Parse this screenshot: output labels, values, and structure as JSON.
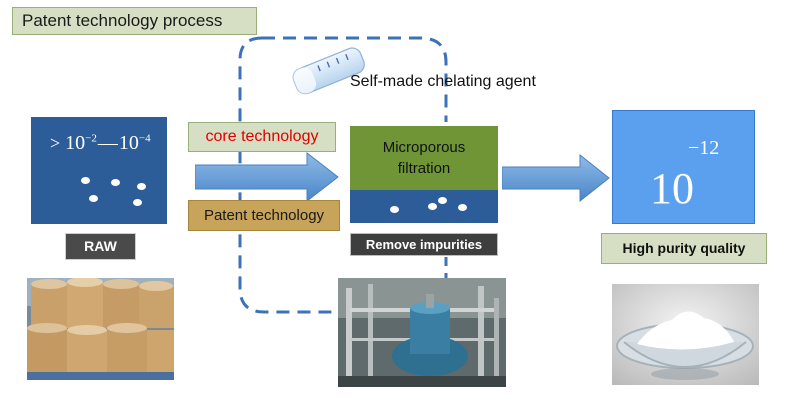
{
  "title": "Patent technology process",
  "raw": {
    "formula_gt": ">",
    "formula_base1": "10",
    "formula_exp1": "−2",
    "formula_dash": "—",
    "formula_base2": "10",
    "formula_exp2": "−4",
    "label": "RAW"
  },
  "core_technology": "core technology",
  "patent_technology": "Patent technology",
  "chelating_agent": "Self-made chelating agent",
  "filtration": {
    "line1": "Microporous",
    "line2": "filtration",
    "label": "Remove impurities"
  },
  "result": {
    "base": "10",
    "exponent": "−12",
    "label": "High purity quality"
  },
  "colors": {
    "process_blue": "#2d5d99",
    "result_blue": "#5aa0ee",
    "filter_green": "#6f9537",
    "arrow_blue": "#5b9bd5",
    "loop_dashed": "#3d72b8",
    "core_text_red": "#e00000"
  },
  "icons": [
    "graduated-cylinder-icon",
    "drums-photo",
    "reactor-equipment-photo",
    "white-powder-bowl-photo"
  ]
}
